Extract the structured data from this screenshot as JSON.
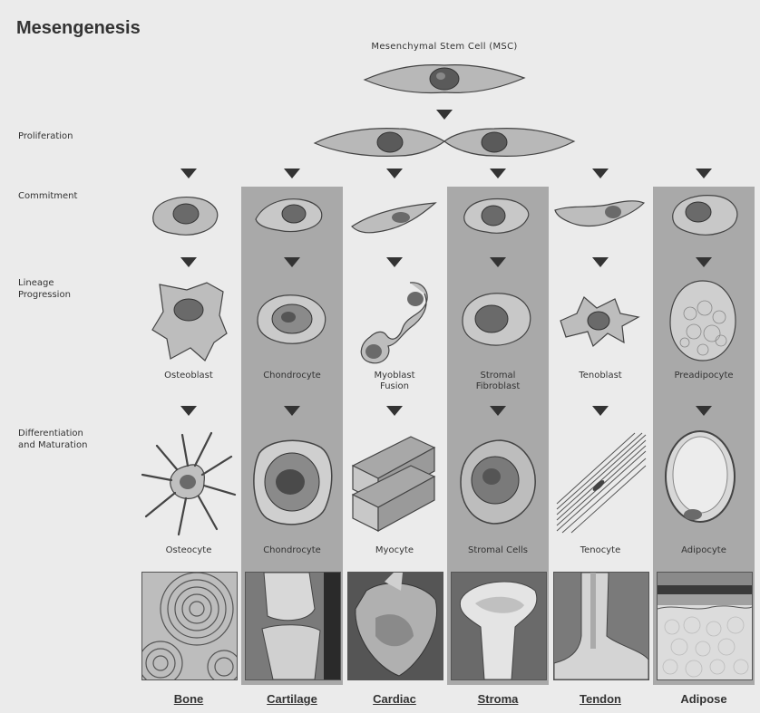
{
  "title": "Mesengenesis",
  "msc_label": "Mesenchymal Stem Cell (MSC)",
  "stages": {
    "proliferation": "Proliferation",
    "commitment": "Commitment",
    "lineage": [
      "Lineage",
      "Progression"
    ],
    "differentiation": [
      "Differentiation",
      "and Maturation"
    ]
  },
  "lineages": [
    {
      "intermediate": [
        "Osteoblast",
        ""
      ],
      "mature": "Osteocyte",
      "tissue": "Bone",
      "link": true
    },
    {
      "intermediate": [
        "Chondrocyte",
        ""
      ],
      "mature": "Chondrocyte",
      "tissue": "Cartilage",
      "link": true
    },
    {
      "intermediate": [
        "Myoblast",
        "Fusion"
      ],
      "mature": "Myocyte",
      "tissue": "Cardiac",
      "link": true
    },
    {
      "intermediate": [
        "Stromal",
        "Fibroblast"
      ],
      "mature": "Stromal Cells",
      "tissue": "Stroma",
      "link": true
    },
    {
      "intermediate": [
        "Tenoblast",
        ""
      ],
      "mature": "Tenocyte",
      "tissue": "Tendon",
      "link": true
    },
    {
      "intermediate": [
        "Preadipocyte",
        ""
      ],
      "mature": "Adipocyte",
      "tissue": "Adipose",
      "link": false
    }
  ],
  "colors": {
    "band": "#a9a9a9",
    "background": "#ebebeb",
    "arrow": "#333333"
  }
}
